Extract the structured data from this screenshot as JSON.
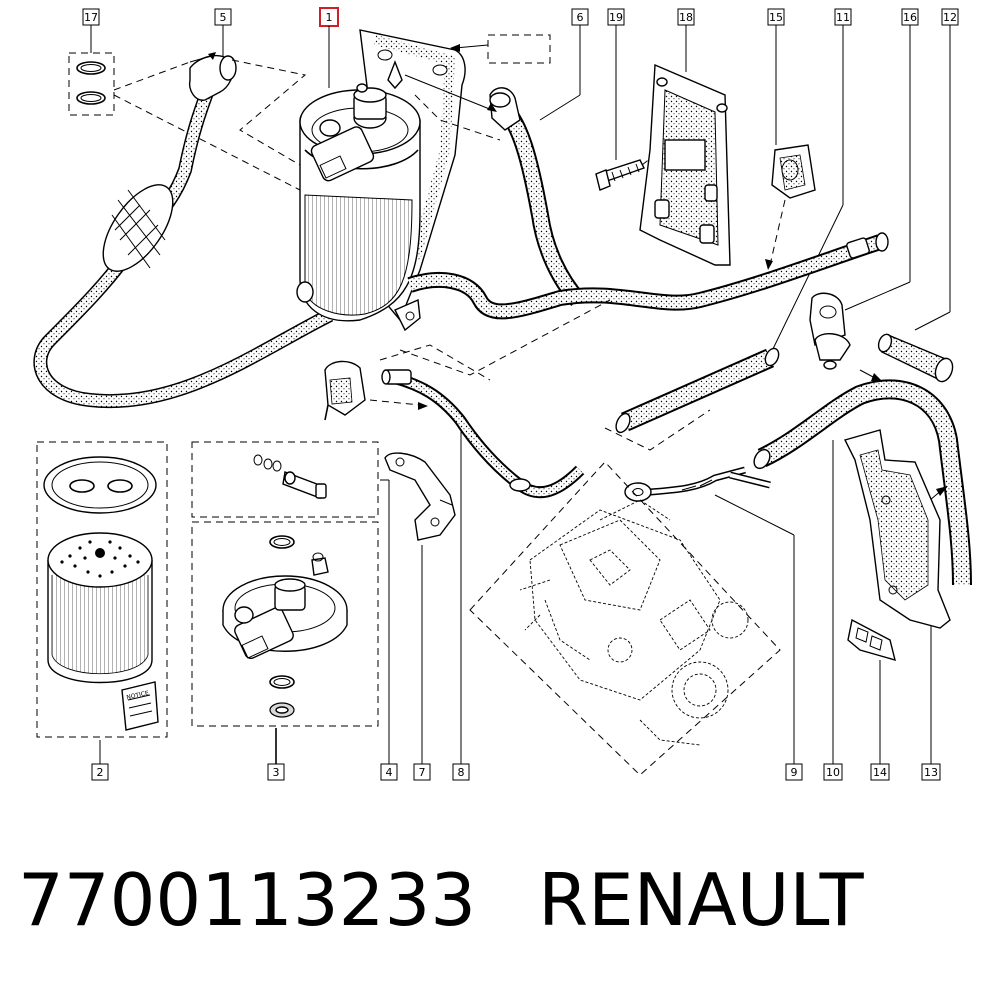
{
  "part_number": "7700113233",
  "brand": "RENAULT",
  "highlighted_callout": "1",
  "highlight_color": "#d11f2a",
  "notice_text": "NOTICE",
  "callouts_top": [
    {
      "id": "17",
      "text": "17"
    },
    {
      "id": "5",
      "text": "5"
    },
    {
      "id": "1",
      "text": "1"
    },
    {
      "id": "6",
      "text": "6"
    },
    {
      "id": "19",
      "text": "19"
    },
    {
      "id": "18",
      "text": "18"
    },
    {
      "id": "15",
      "text": "15"
    },
    {
      "id": "11",
      "text": "11"
    },
    {
      "id": "16",
      "text": "16"
    },
    {
      "id": "12",
      "text": "12"
    }
  ],
  "callouts_bottom": [
    {
      "id": "2",
      "text": "2"
    },
    {
      "id": "3",
      "text": "3"
    },
    {
      "id": "4",
      "text": "4"
    },
    {
      "id": "7",
      "text": "7"
    },
    {
      "id": "8",
      "text": "8"
    },
    {
      "id": "9",
      "text": "9"
    },
    {
      "id": "10",
      "text": "10"
    },
    {
      "id": "14",
      "text": "14"
    },
    {
      "id": "13",
      "text": "13"
    }
  ]
}
